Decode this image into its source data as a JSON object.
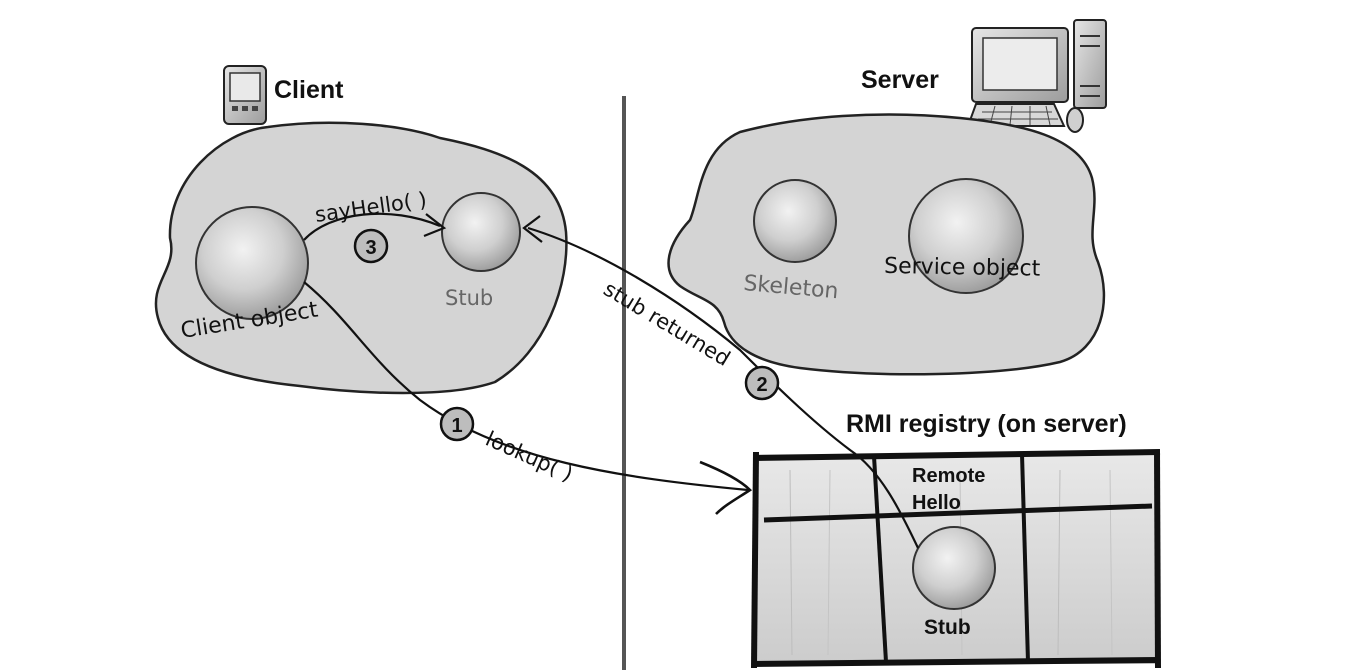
{
  "client": {
    "title": "Client",
    "client_object_label": "Client object",
    "stub_label": "Stub"
  },
  "server": {
    "title": "Server",
    "skeleton_label": "Skeleton",
    "service_object_label": "Service object"
  },
  "registry": {
    "title": "RMI registry (on server)",
    "entry_name_line1": "Remote",
    "entry_name_line2": "Hello",
    "stub_label": "Stub"
  },
  "steps": [
    {
      "number": "1",
      "label": "lookup( )"
    },
    {
      "number": "2",
      "label": "stub returned"
    },
    {
      "number": "3",
      "label": "sayHello( )"
    }
  ],
  "colors": {
    "cloud_fill": "#d4d4d4",
    "outline": "#222222",
    "divider": "#555555",
    "registry_fill": "#dddddd",
    "step_circle": "#bdbdbd"
  }
}
